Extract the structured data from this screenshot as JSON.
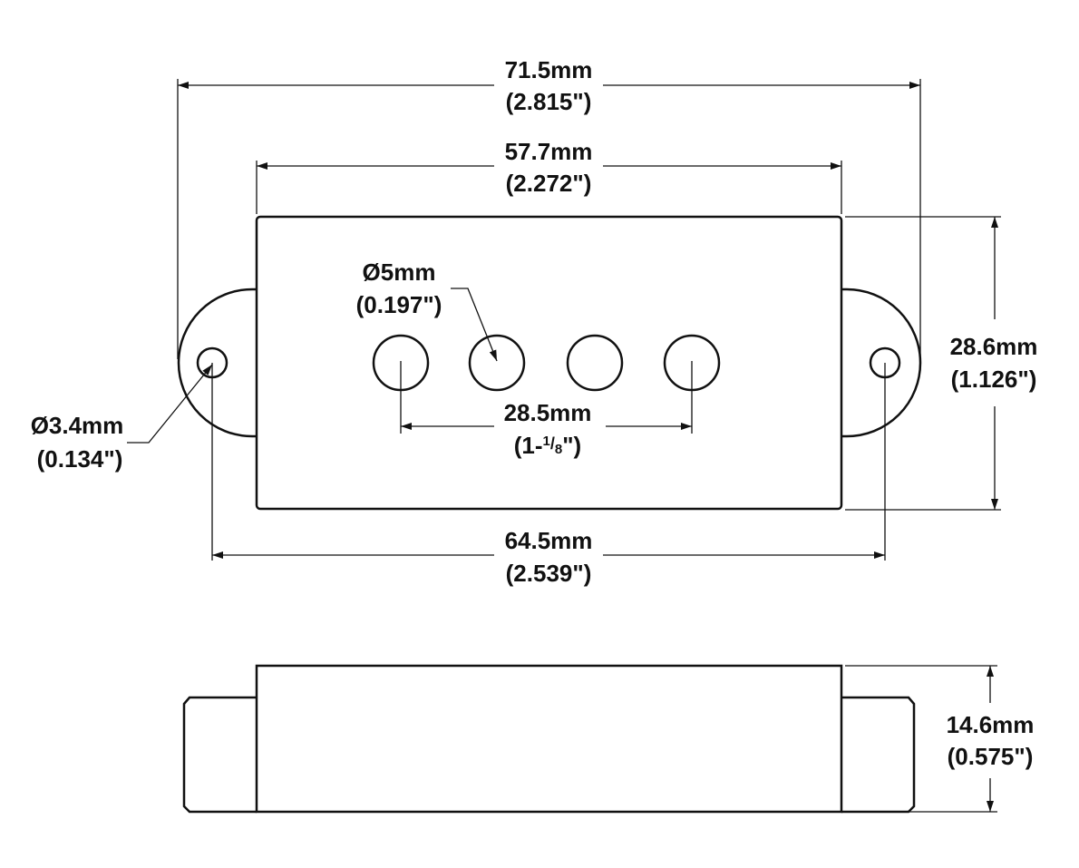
{
  "colors": {
    "line": "#111111",
    "background": "#ffffff"
  },
  "top_view": {
    "overall_length": {
      "metric": "71.5mm",
      "imperial": "(2.815\")"
    },
    "body_length": {
      "metric": "57.7mm",
      "imperial": "(2.272\")"
    },
    "body_width": {
      "metric": "28.6mm",
      "imperial": "(1.126\")"
    },
    "pole_diameter": {
      "metric": "Ø5mm",
      "imperial": "(0.197\")"
    },
    "pole_spacing": {
      "metric": "28.5mm",
      "imperial_prefix": "(1-",
      "imperial_num": "1",
      "imperial_slash": "/",
      "imperial_den": "8",
      "imperial_suffix": "\")"
    },
    "mount_hole_diameter": {
      "metric": "Ø3.4mm",
      "imperial": "(0.134\")"
    },
    "mount_hole_spacing": {
      "metric": "64.5mm",
      "imperial": "(2.539\")"
    }
  },
  "side_view": {
    "height": {
      "metric": "14.6mm",
      "imperial": "(0.575\")"
    }
  }
}
